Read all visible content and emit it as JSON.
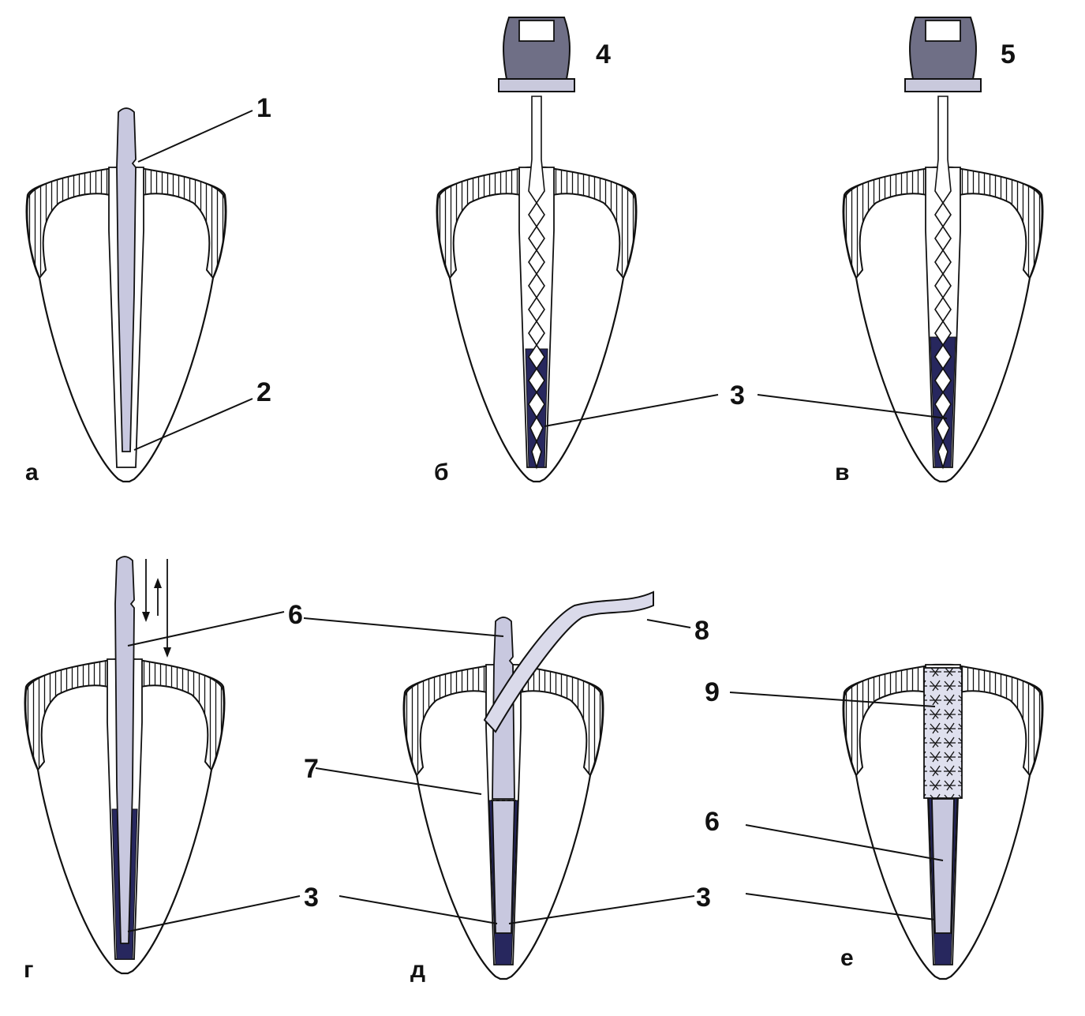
{
  "panels": [
    {
      "id": "a",
      "letter": "а"
    },
    {
      "id": "b",
      "letter": "б"
    },
    {
      "id": "v",
      "letter": "в"
    },
    {
      "id": "g",
      "letter": "г"
    },
    {
      "id": "d",
      "letter": "д"
    },
    {
      "id": "e",
      "letter": "е"
    }
  ],
  "callouts": {
    "a_1": "1",
    "a_2": "2",
    "b_4": "4",
    "b_3": "3",
    "v_5": "5",
    "v_3": "3",
    "g_6": "6",
    "g_3": "3",
    "d_7": "7",
    "d_8": "8",
    "d_3": "3",
    "e_9": "9",
    "e_6": "6"
  },
  "colors": {
    "sealer_fill": "#27275e",
    "gutta_percha_cone": "#c8c8df",
    "instrument_handle": "#6f6f86",
    "outline": "#111111"
  }
}
